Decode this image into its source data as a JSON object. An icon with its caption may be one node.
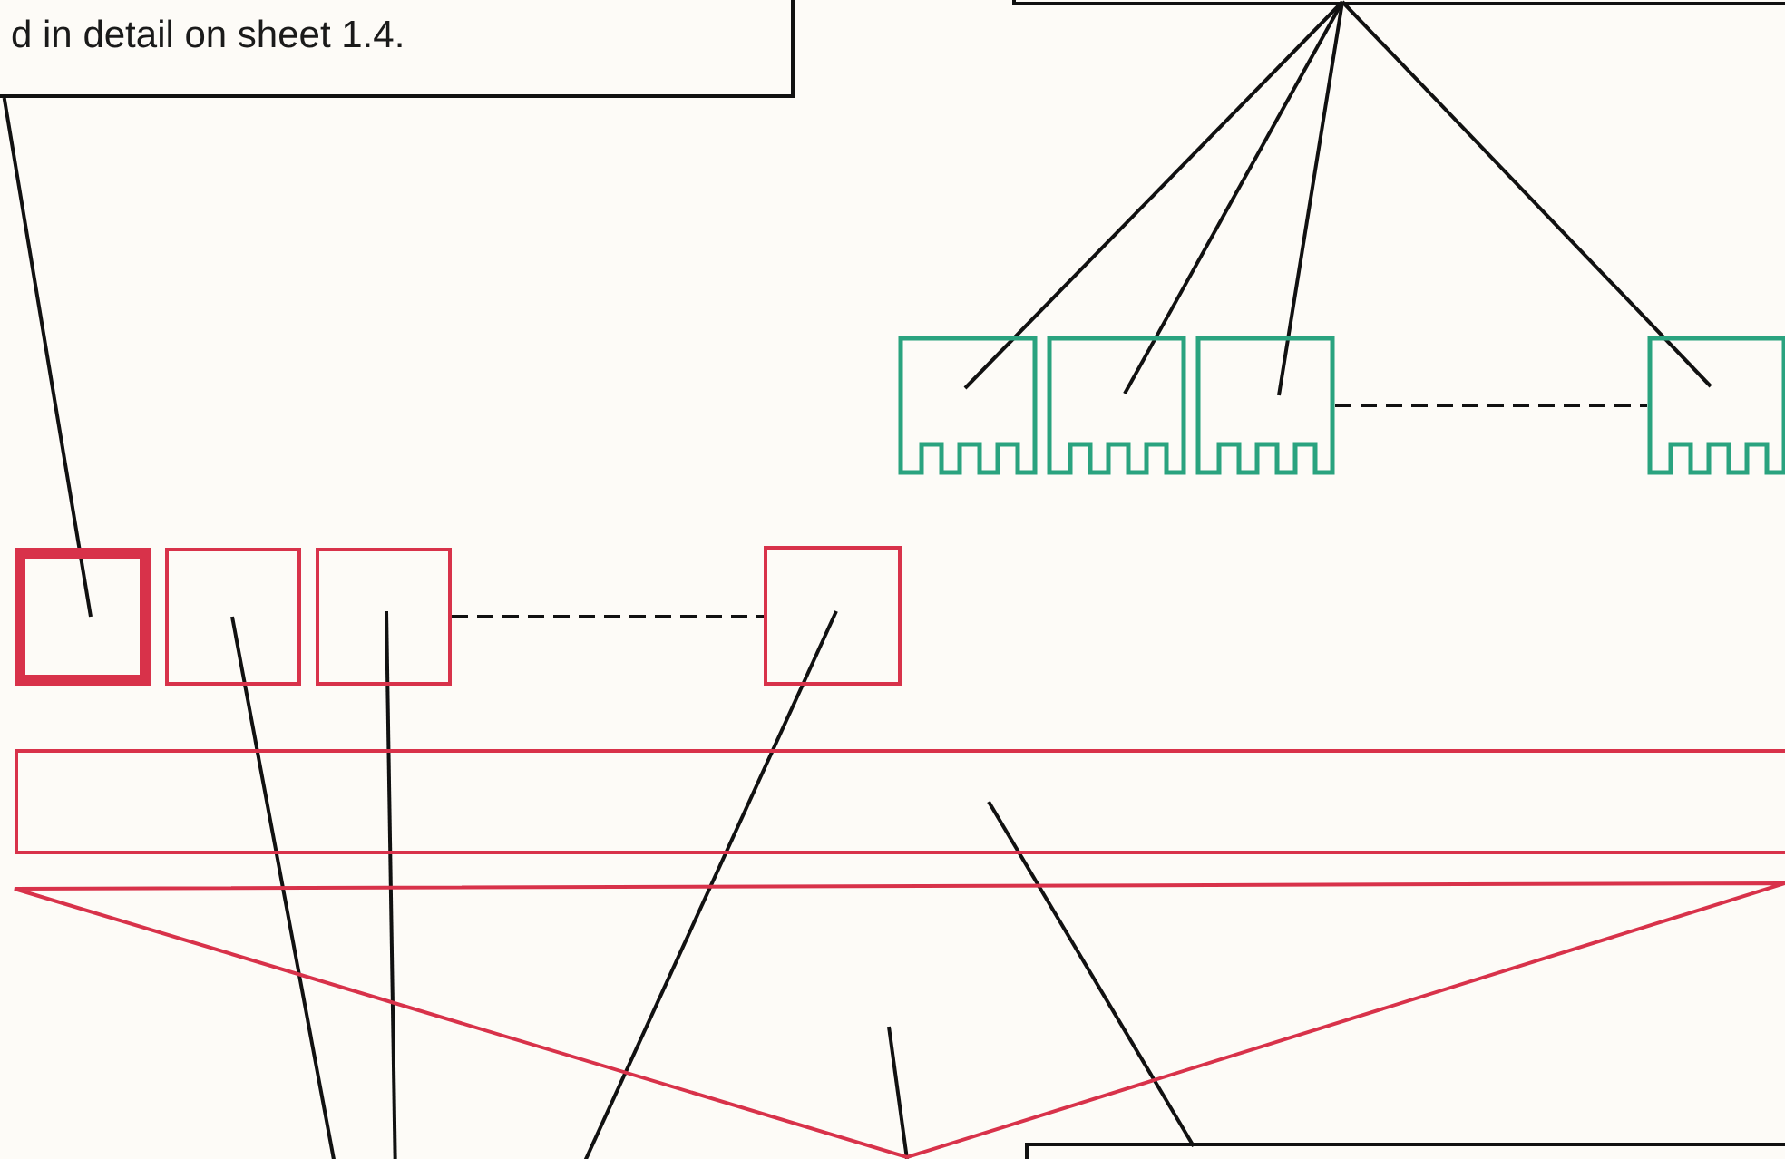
{
  "diagram": {
    "nodes": [
      {
        "text": [
          "d in detail on sheet 1.4."
        ]
      },
      {
        "text": [],
        "shape": "box"
      },
      {
        "text": [],
        "shape": "box"
      },
      {
        "text": [],
        "shape": "box"
      },
      {
        "text": [],
        "shape": "box"
      },
      {
        "text": [],
        "shape": "box"
      },
      {
        "text": [],
        "shape": "box"
      },
      {
        "text": [],
        "shape": "box"
      },
      {
        "text": [],
        "shape": "box"
      },
      {
        "text": [],
        "shape": "box"
      },
      {
        "text": [],
        "shape": "bar"
      },
      {
        "text": [],
        "shape": "triangle"
      },
      {
        "text": [],
        "shape": "box"
      }
    ],
    "edges": [
      {
        "from": 0,
        "to": 6,
        "arrow": "none"
      },
      {
        "from": 1,
        "to": 2,
        "arrow": "none"
      },
      {
        "from": 1,
        "to": 3,
        "arrow": "none"
      },
      {
        "from": 1,
        "to": 4,
        "arrow": "none"
      },
      {
        "from": 1,
        "to": 5,
        "arrow": "none"
      },
      {
        "from": 4,
        "to": 5,
        "arrow": "none",
        "style": "dashed"
      },
      {
        "from": 8,
        "to": 9,
        "arrow": "none",
        "style": "dashed"
      },
      {
        "from": null,
        "to": 7,
        "arrow": "none"
      },
      {
        "from": null,
        "to": 8,
        "arrow": "none"
      },
      {
        "from": null,
        "to": 9,
        "arrow": "none"
      },
      {
        "from": null,
        "to": 11,
        "arrow": "none"
      },
      {
        "from": 12,
        "to": 10,
        "arrow": "none"
      }
    ]
  }
}
